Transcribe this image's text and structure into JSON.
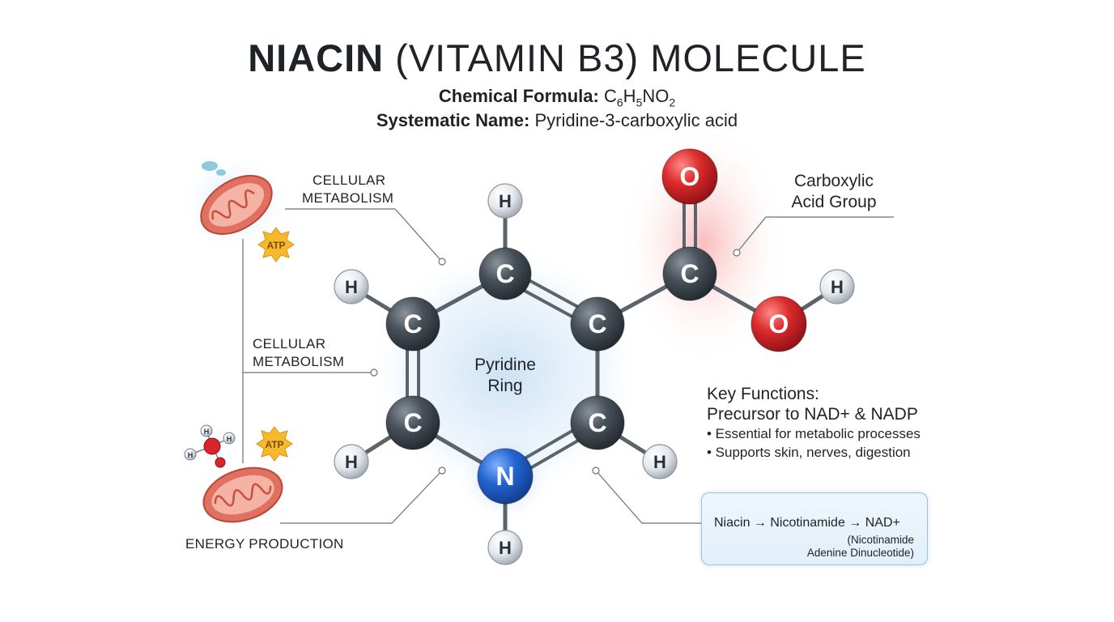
{
  "title": {
    "bold": "NIACIN",
    "rest": " (VITAMIN B3) MOLECULE"
  },
  "formula": {
    "label": "Chemical Formula:",
    "parts": [
      [
        "C",
        "6"
      ],
      [
        "H",
        "5"
      ],
      [
        "N",
        ""
      ],
      [
        "O",
        "2"
      ]
    ]
  },
  "systematic": {
    "label": "Systematic Name:",
    "value": "Pyridine-3-carboxylic acid"
  },
  "left_labels": {
    "top": [
      "CELLULAR",
      "METABOLISM"
    ],
    "middle": [
      "CELLULAR",
      "METABOLISM"
    ],
    "bottom": "ENERGY PRODUCTION"
  },
  "atp_label": "ATP",
  "carboxyl_label": [
    "Carboxylic",
    "Acid Group"
  ],
  "ring_label": [
    "Pyridine",
    "Ring"
  ],
  "key_functions": {
    "heading": "Key Functions:",
    "precursor": "Precursor to NAD+ & NADP",
    "bullets": [
      "• Essential for metabolic processes",
      "• Supports skin, nerves, digestion"
    ]
  },
  "pathway": {
    "main": "Niacin → Nicotinamide → NAD+",
    "sub": [
      "(Nicotinamide",
      "Adenine Dinucleotide)"
    ]
  },
  "atoms": {
    "c1": "C",
    "c2": "C",
    "c3": "C",
    "c4": "C",
    "c5": "C",
    "c6": "C",
    "n": "N",
    "o1": "O",
    "o2": "O",
    "h1": "H",
    "h2": "H",
    "h3": "H",
    "h4": "H",
    "h5": "H",
    "h6": "H"
  },
  "water": {
    "center": "O",
    "h_a": "H",
    "h_b": "H",
    "h_c": "H"
  },
  "colors": {
    "carbon": "#3b434b",
    "nitrogen": "#1f5fc8",
    "oxygen": "#d8242a",
    "hydrogen": "#e4e8ec",
    "bond": "#5b636b",
    "leader": "#6c7176",
    "mito": "#e06a58",
    "atp": "#f6b92b"
  }
}
